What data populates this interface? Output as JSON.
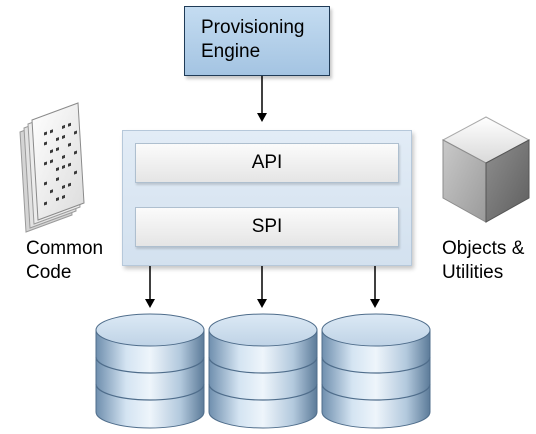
{
  "engine": {
    "line1": "Provisioning",
    "line2": "Engine"
  },
  "interface": {
    "api_label": "API",
    "spi_label": "SPI"
  },
  "common_code": {
    "line1": "Common",
    "line2": "Code"
  },
  "objects_utilities": {
    "line1": "Objects &",
    "line2": "Utilities"
  },
  "databases": [
    {
      "id": "db-1"
    },
    {
      "id": "db-2"
    },
    {
      "id": "db-3"
    }
  ],
  "colors": {
    "engine_fill": "#b3cfe9",
    "container_fill": "#dbe6f2",
    "layer_fill": "#f2f2f2",
    "arrow": "#000000",
    "database_fill": "#c3d8eb"
  }
}
